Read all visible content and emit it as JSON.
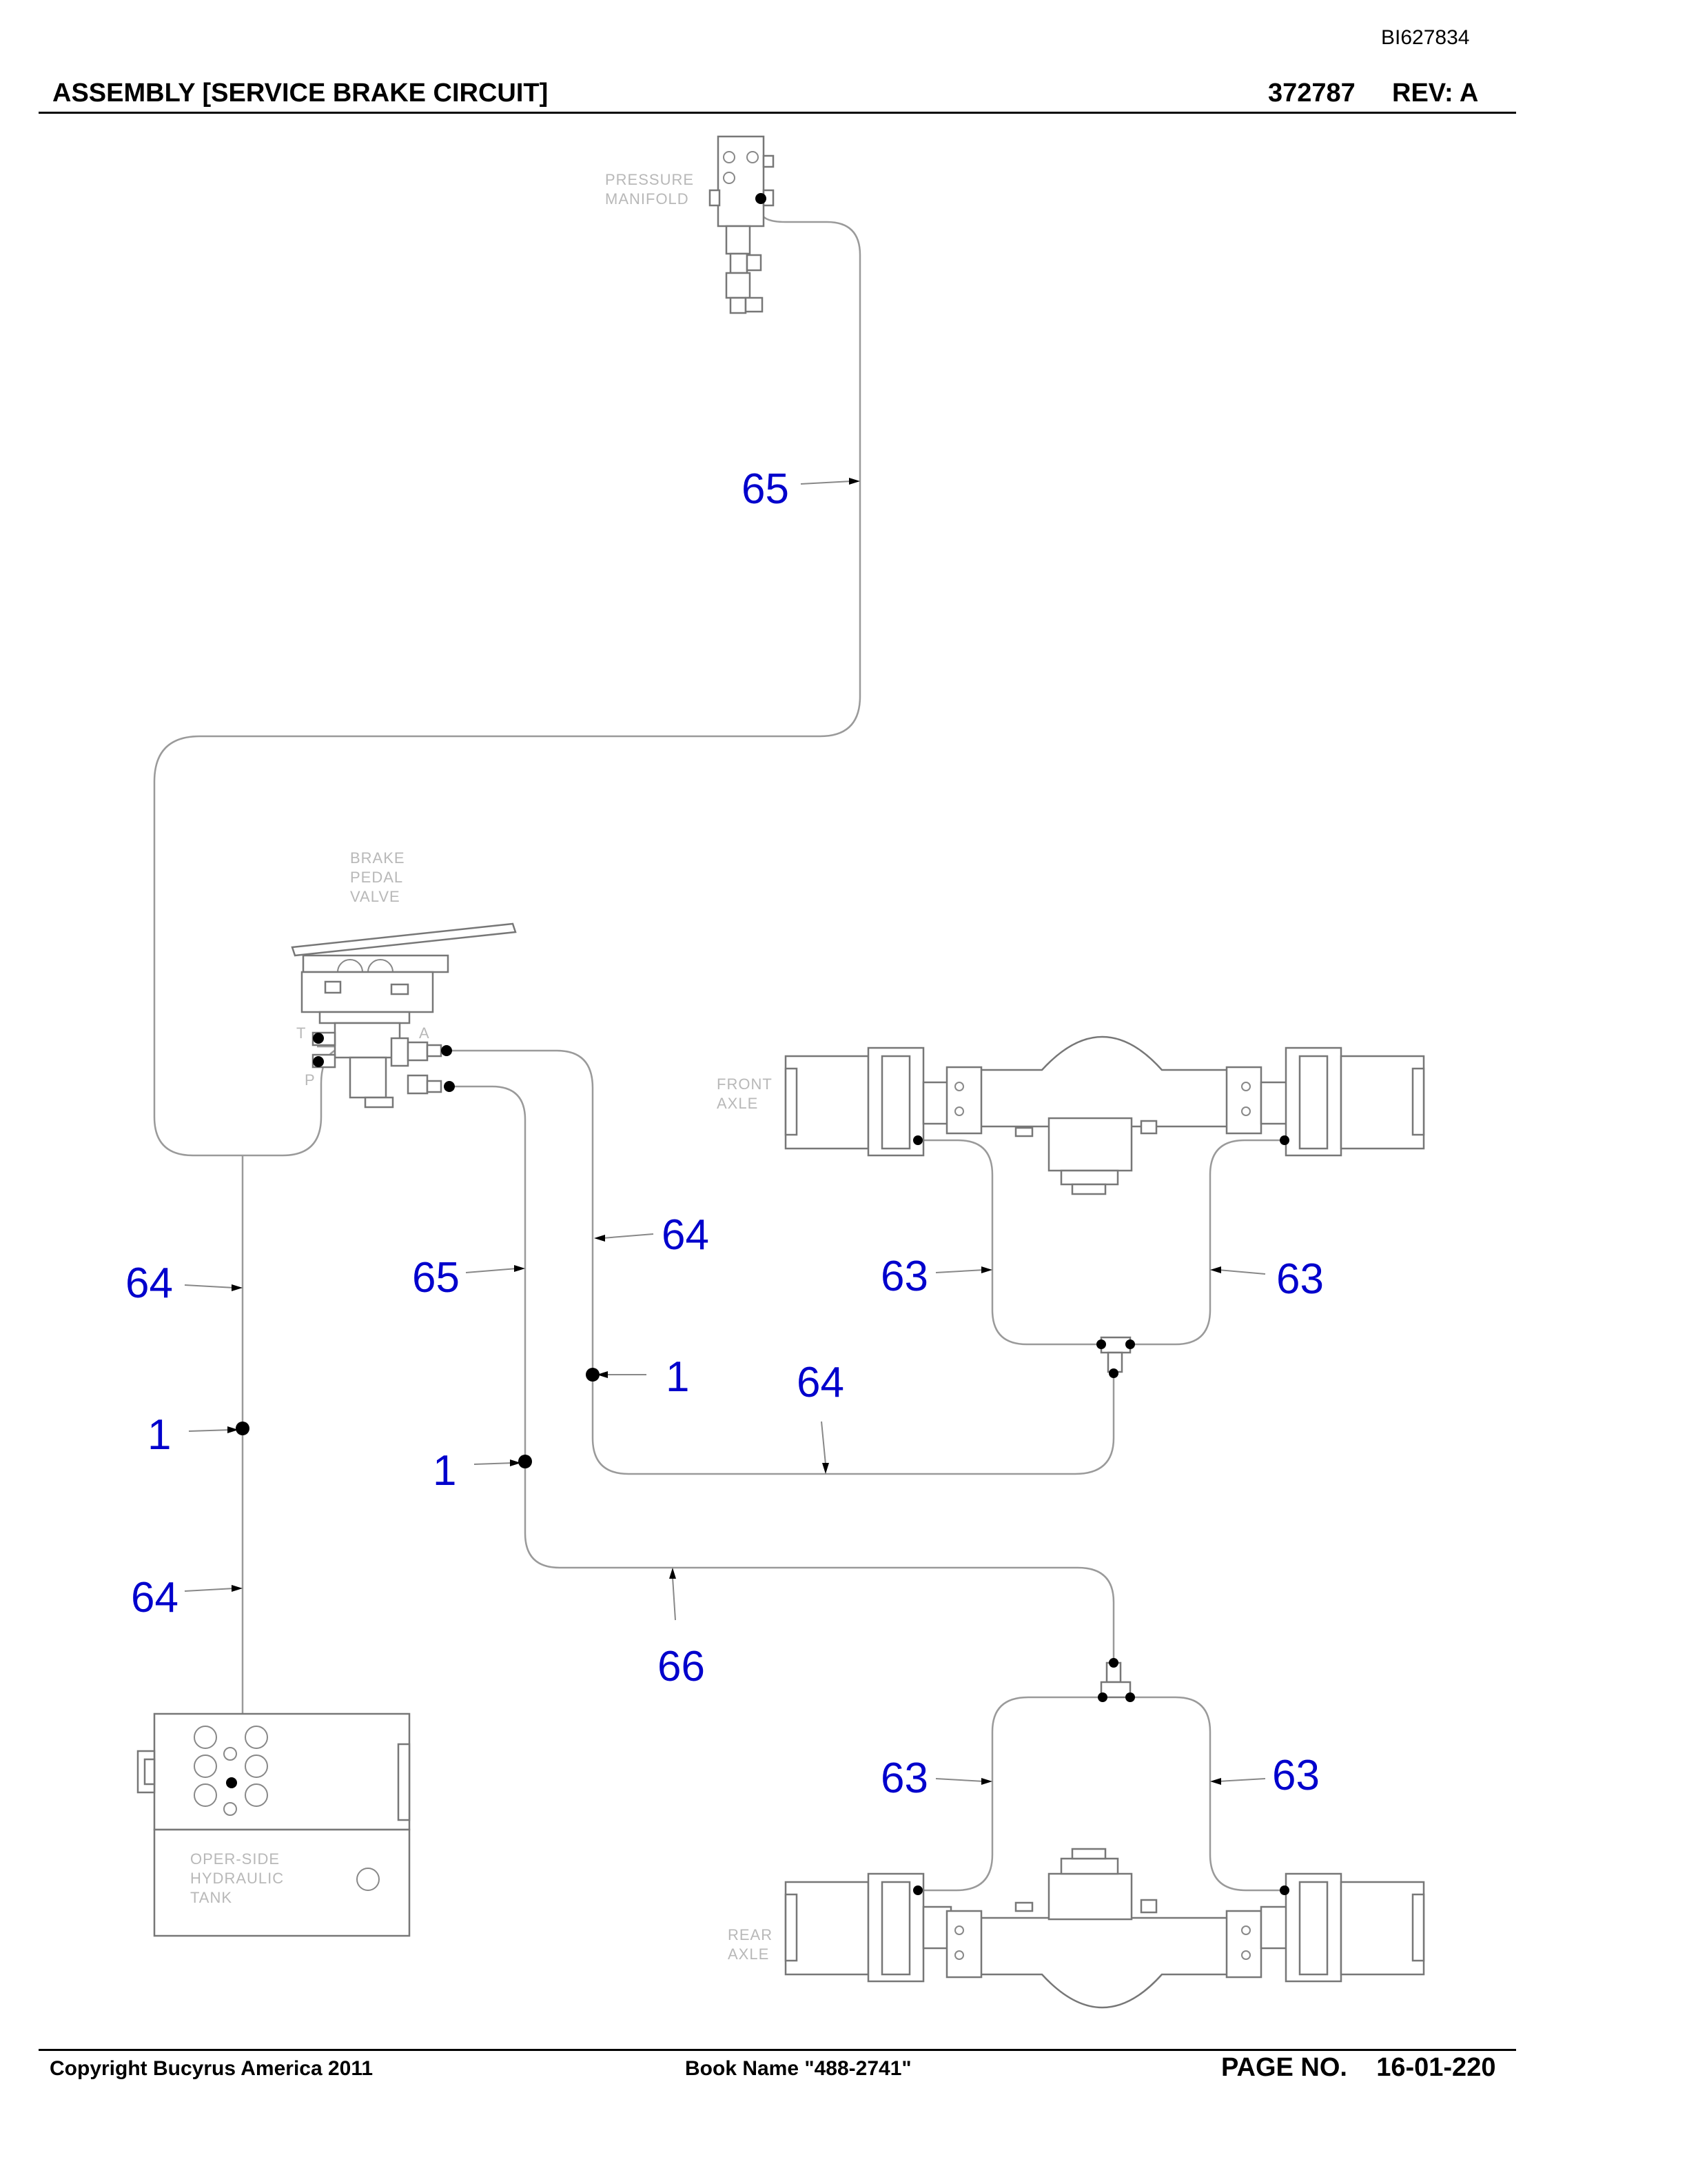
{
  "doc_id": "BI627834",
  "header": {
    "title": "ASSEMBLY [SERVICE BRAKE CIRCUIT]",
    "part_number": "372787",
    "revision": "REV:   A"
  },
  "components": {
    "pressure_manifold": [
      "PRESSURE",
      "MANIFOLD"
    ],
    "brake_pedal_valve": [
      "BRAKE",
      "PEDAL",
      "VALVE"
    ],
    "front_axle": [
      "FRONT",
      "AXLE"
    ],
    "rear_axle": [
      "REAR",
      "AXLE"
    ],
    "hydraulic_tank": [
      "OPER-SIDE",
      "HYDRAULIC",
      "TANK"
    ],
    "valve_ports": {
      "t": "T",
      "a": "A",
      "p": "P"
    }
  },
  "callouts": {
    "c65_upper": "65",
    "c64_left_upper": "64",
    "c1_left": "1",
    "c64_left_lower": "64",
    "c65_mid": "65",
    "c1_mid": "1",
    "c64_right_upper": "64",
    "c1_right": "1",
    "c64_bottom": "64",
    "c66": "66",
    "c63_front_left": "63",
    "c63_front_right": "63",
    "c63_rear_left": "63",
    "c63_rear_right": "63"
  },
  "footer": {
    "copyright": "Copyright Bucyrus America 2011",
    "book": "Book Name \"488-2741\"",
    "page": "PAGE NO.    16-01-220"
  }
}
